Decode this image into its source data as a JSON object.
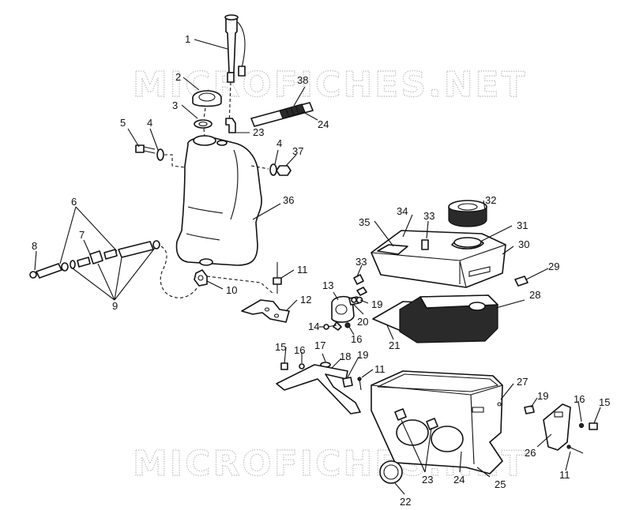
{
  "watermark": "MICROFICHES.NET",
  "callouts": [
    {
      "id": "c1",
      "label": "1"
    },
    {
      "id": "c2",
      "label": "2"
    },
    {
      "id": "c3",
      "label": "3"
    },
    {
      "id": "c4a",
      "label": "4"
    },
    {
      "id": "c4b",
      "label": "4"
    },
    {
      "id": "c5",
      "label": "5"
    },
    {
      "id": "c6",
      "label": "6"
    },
    {
      "id": "c7",
      "label": "7"
    },
    {
      "id": "c8",
      "label": "8"
    },
    {
      "id": "c9",
      "label": "9"
    },
    {
      "id": "c10",
      "label": "10"
    },
    {
      "id": "c11a",
      "label": "11"
    },
    {
      "id": "c11b",
      "label": "11"
    },
    {
      "id": "c11c",
      "label": "11"
    },
    {
      "id": "c12",
      "label": "12"
    },
    {
      "id": "c13",
      "label": "13"
    },
    {
      "id": "c14",
      "label": "14"
    },
    {
      "id": "c15a",
      "label": "15"
    },
    {
      "id": "c15b",
      "label": "15"
    },
    {
      "id": "c16a",
      "label": "16"
    },
    {
      "id": "c16b",
      "label": "16"
    },
    {
      "id": "c16c",
      "label": "16"
    },
    {
      "id": "c17",
      "label": "17"
    },
    {
      "id": "c18",
      "label": "18"
    },
    {
      "id": "c19a",
      "label": "19"
    },
    {
      "id": "c19b",
      "label": "19"
    },
    {
      "id": "c19c",
      "label": "19"
    },
    {
      "id": "c20",
      "label": "20"
    },
    {
      "id": "c21",
      "label": "21"
    },
    {
      "id": "c22",
      "label": "22"
    },
    {
      "id": "c23a",
      "label": "23"
    },
    {
      "id": "c23b",
      "label": "23"
    },
    {
      "id": "c24a",
      "label": "24"
    },
    {
      "id": "c24b",
      "label": "24"
    },
    {
      "id": "c25",
      "label": "25"
    },
    {
      "id": "c26",
      "label": "26"
    },
    {
      "id": "c27",
      "label": "27"
    },
    {
      "id": "c28",
      "label": "28"
    },
    {
      "id": "c29",
      "label": "29"
    },
    {
      "id": "c30",
      "label": "30"
    },
    {
      "id": "c31",
      "label": "31"
    },
    {
      "id": "c32",
      "label": "32"
    },
    {
      "id": "c33a",
      "label": "33"
    },
    {
      "id": "c33b",
      "label": "33"
    },
    {
      "id": "c34",
      "label": "34"
    },
    {
      "id": "c35",
      "label": "35"
    },
    {
      "id": "c36",
      "label": "36"
    },
    {
      "id": "c37",
      "label": "37"
    },
    {
      "id": "c38",
      "label": "38"
    }
  ]
}
